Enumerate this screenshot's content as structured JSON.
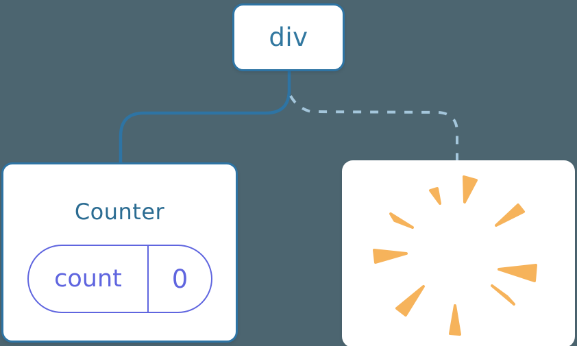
{
  "diagram": {
    "root": {
      "label": "div"
    },
    "counter": {
      "title": "Counter",
      "state": {
        "name": "count",
        "value": "0"
      }
    },
    "removed": {
      "icon": "poof-icon"
    },
    "connectors": {
      "left": "solid",
      "right": "dashed"
    }
  },
  "colors": {
    "bg": "#4C6570",
    "blue": "#2E74A4",
    "blue_text": "#31779F",
    "title": "#2B6C92",
    "dashed": "#A4C6DB",
    "indigo": "#5F65DF",
    "poof": "#F6B35B",
    "card": "#FFFFFF"
  }
}
